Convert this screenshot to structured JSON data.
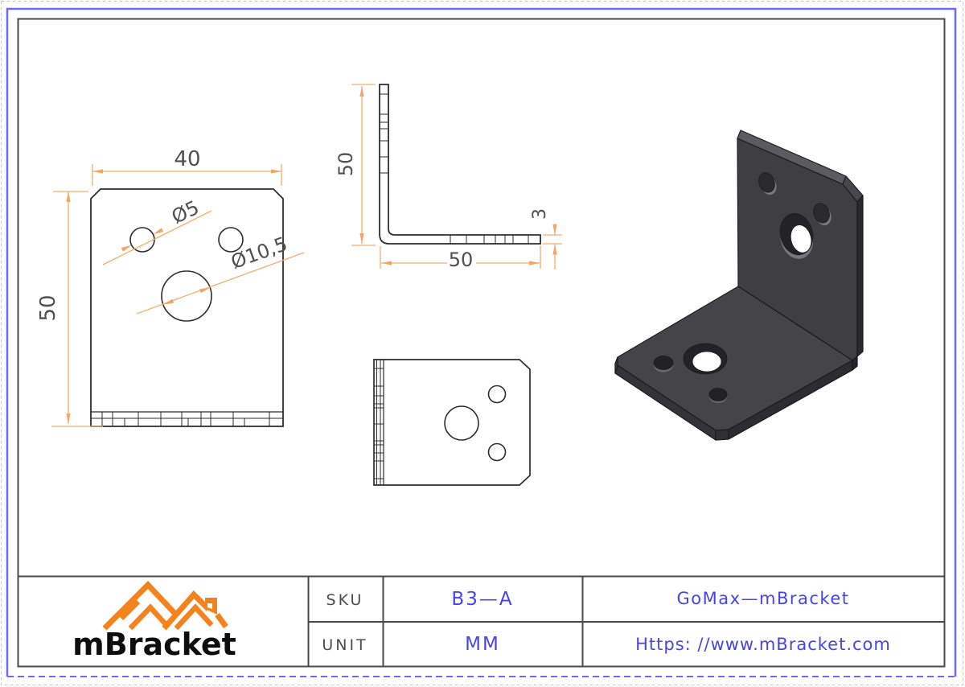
{
  "colors": {
    "border_blue": "#6b6bf7",
    "frame_gray": "#4a4a4a",
    "outer_dash_gray": "#cccccc",
    "dimension_orange": "#f6ad6d",
    "drawing_line": "#2d2d2d",
    "dimension_text_gray": "#4f4f4f",
    "title_text_blue": "#4545e8",
    "logo_orange": "#f5831d",
    "bracket_body_gray": "#3f3f42"
  },
  "views": {
    "front": {
      "dim_width": "40",
      "dim_height": "50",
      "label_small_hole": "Ø5",
      "label_large_hole": "Ø10,5"
    },
    "side": {
      "dim_height": "50",
      "dim_width": "50",
      "dim_thickness": "3"
    }
  },
  "title_block": {
    "sku_label": "SKU",
    "sku_value": "B3—A",
    "unit_label": "UNIT",
    "unit_value": "MM",
    "brand": "GoMax—mBracket",
    "website": "Https: //www.mBracket.com",
    "logo_text": "mBracket"
  }
}
